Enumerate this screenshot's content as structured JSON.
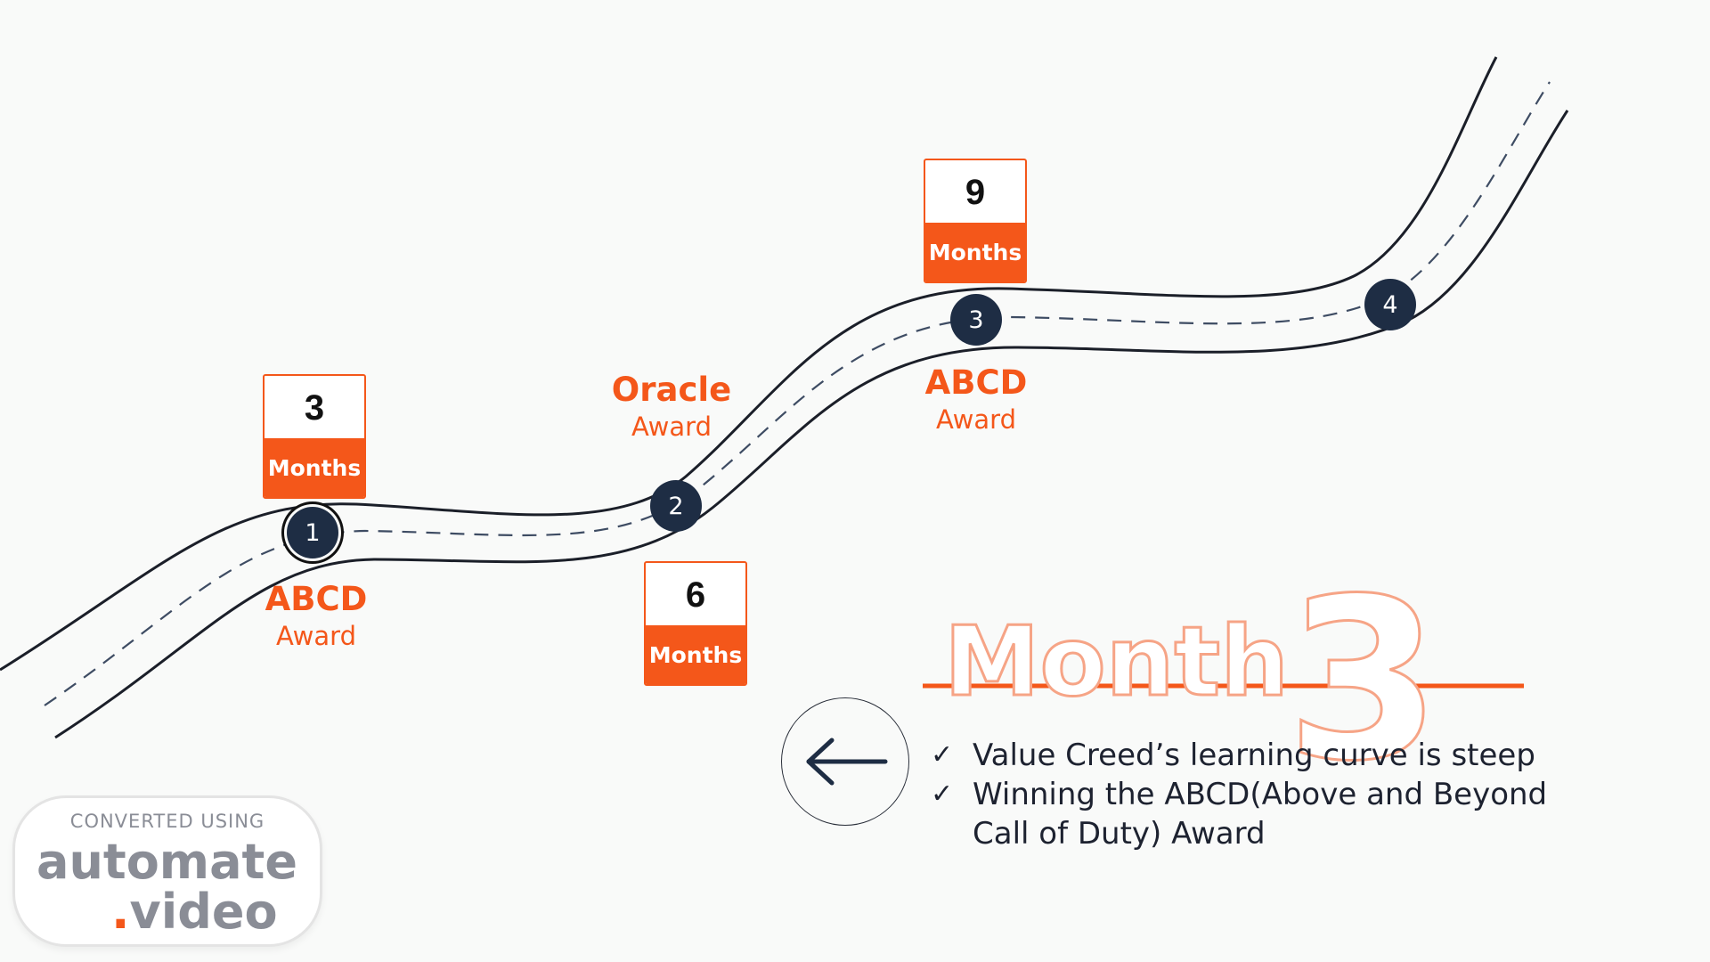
{
  "colors": {
    "accent": "#f4571a",
    "node": "#1e2d44",
    "text": "#1d2230",
    "road": "#1b1f29"
  },
  "milestones": [
    {
      "id": 1,
      "label": "1"
    },
    {
      "id": 2,
      "label": "2"
    },
    {
      "id": 3,
      "label": "3"
    },
    {
      "id": 4,
      "label": "4"
    }
  ],
  "badges": [
    {
      "number": "3",
      "unit": "Months"
    },
    {
      "number": "6",
      "unit": "Months"
    },
    {
      "number": "9",
      "unit": "Months"
    }
  ],
  "awards": [
    {
      "name": "ABCD",
      "sub": "Award"
    },
    {
      "name": "Oracle",
      "sub": "Award"
    },
    {
      "name": "ABCD",
      "sub": "Award"
    }
  ],
  "section": {
    "word": "Month",
    "number": "3"
  },
  "bullets": [
    "Value Creed’s learning curve is steep",
    "Winning the ABCD(Above and Beyond Call of Duty) Award"
  ],
  "icons": {
    "back": "arrow-left-icon",
    "check": "check-icon"
  },
  "watermark": {
    "line1": "CONVERTED USING",
    "line2": "automate",
    "dot": ".",
    "line3": "video"
  }
}
